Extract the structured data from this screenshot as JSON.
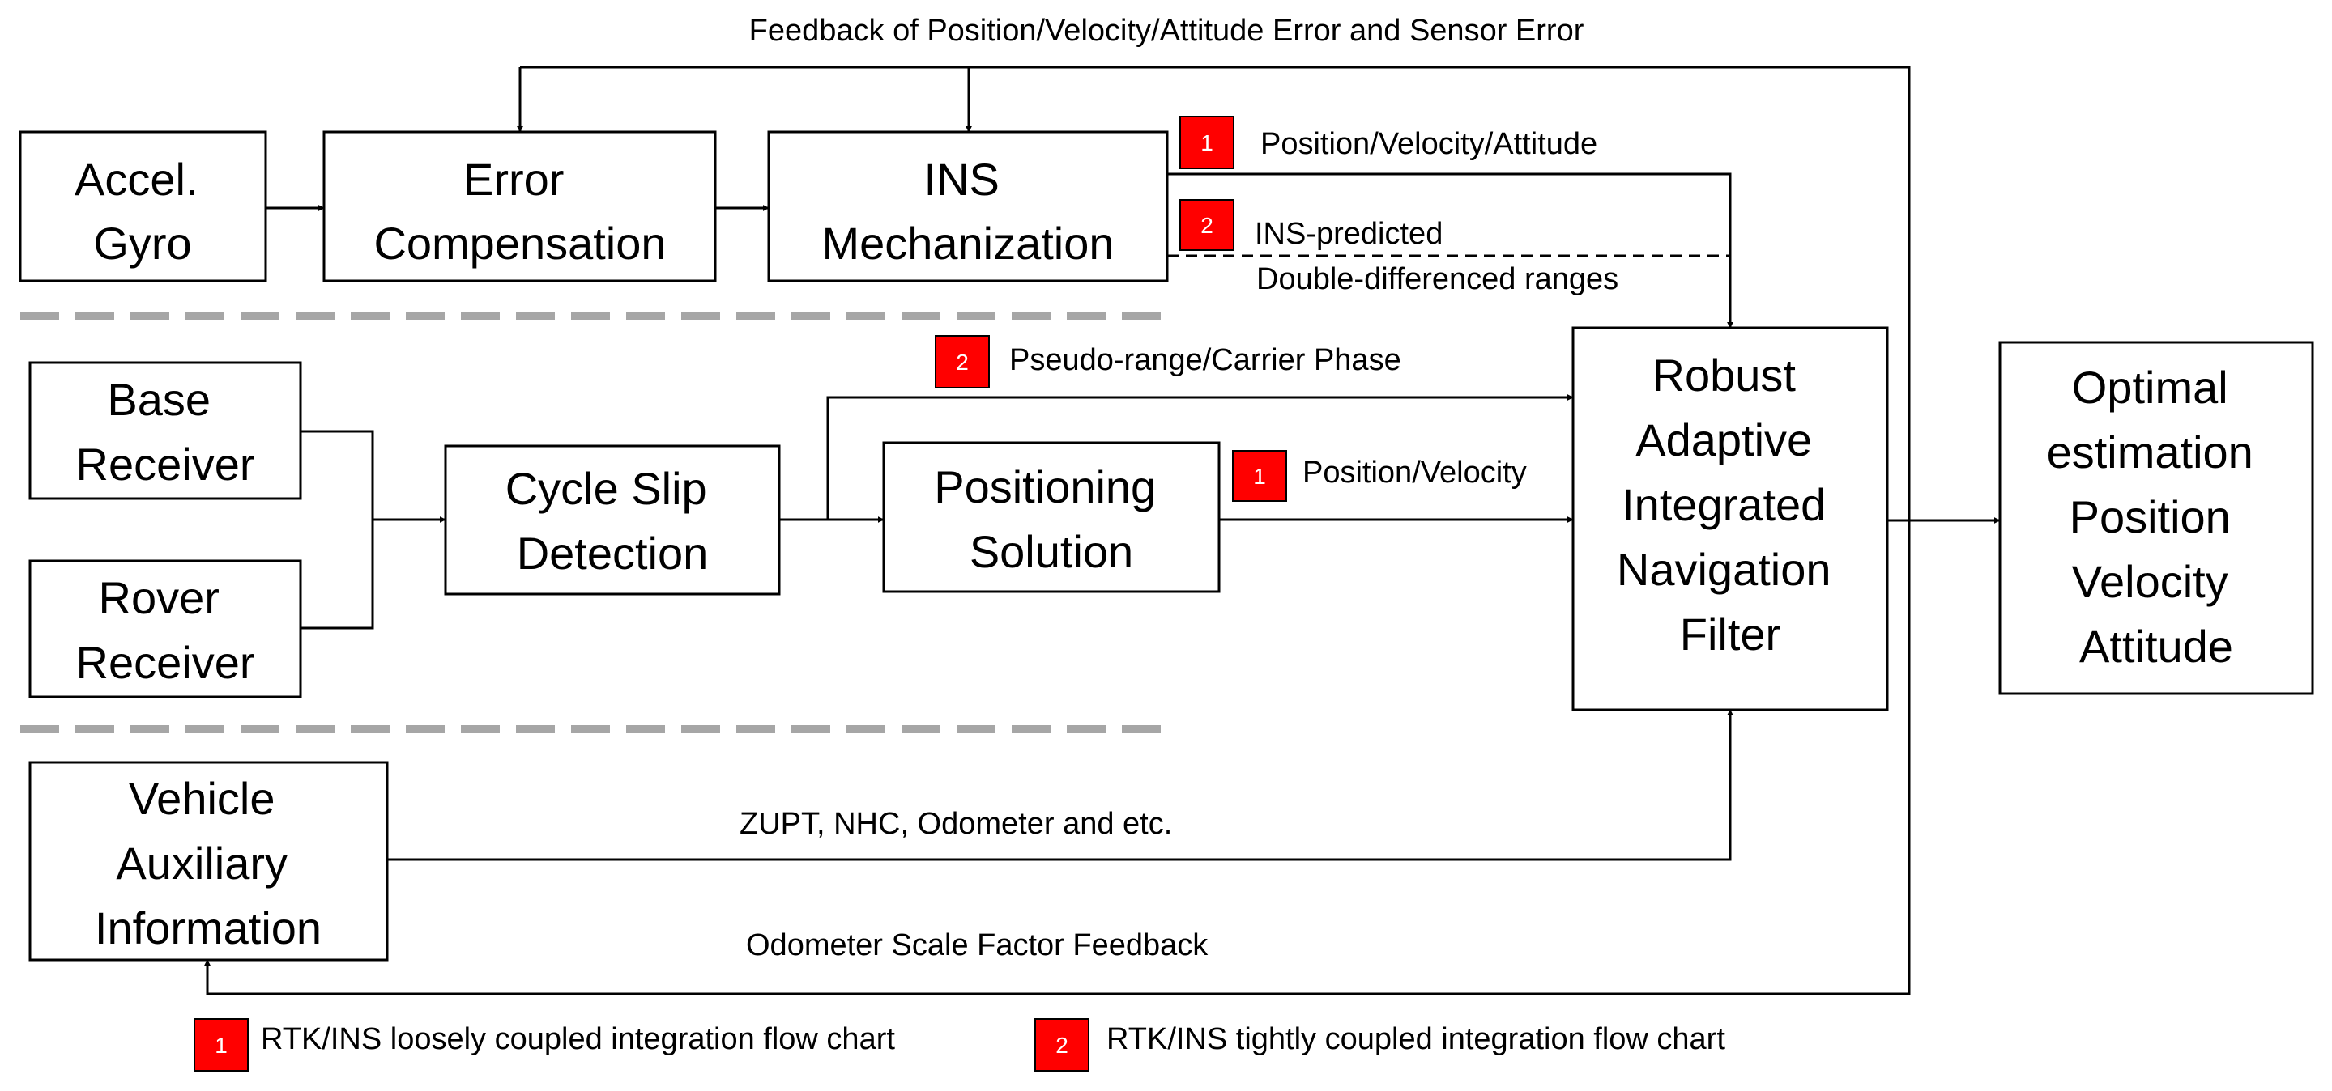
{
  "boxes": {
    "accel_gyro": [
      "Accel.",
      "Gyro"
    ],
    "error_compensation": [
      "Error",
      "Compensation"
    ],
    "ins_mechanization": [
      "INS",
      "Mechanization"
    ],
    "base_receiver": [
      "Base",
      "Receiver"
    ],
    "rover_receiver": [
      "Rover",
      "Receiver"
    ],
    "cycle_slip_detection": [
      "Cycle Slip",
      "Detection"
    ],
    "positioning_solution": [
      "Positioning",
      "Solution"
    ],
    "filter": [
      "Robust",
      "Adaptive",
      "Integrated",
      "Navigation",
      "Filter"
    ],
    "optimal_estimation": [
      "Optimal",
      "estimation",
      "Position",
      "Velocity",
      "Attitude"
    ],
    "vehicle_info": [
      "Vehicle",
      "Auxiliary",
      "Information"
    ]
  },
  "labels": {
    "feedback_top": "Feedback of Position/Velocity/Attitude Error and Sensor Error",
    "pva": "Position/Velocity/Attitude",
    "ins_predicted": "INS-predicted",
    "dd_ranges": "Double-differenced ranges",
    "pseudo_range": "Pseudo-range/Carrier Phase",
    "pos_vel": "Position/Velocity",
    "zupt": "ZUPT, NHC, Odometer and etc.",
    "odometer_feedback": "Odometer Scale Factor Feedback"
  },
  "badges": {
    "loose": "1",
    "tight": "2"
  },
  "legend": {
    "loose": "RTK/INS loosely coupled integration flow chart",
    "tight": "RTK/INS tightly coupled integration flow chart"
  },
  "colors": {
    "badge": "#ff0000",
    "separator": "#a6a6a6",
    "stroke": "#000000"
  }
}
